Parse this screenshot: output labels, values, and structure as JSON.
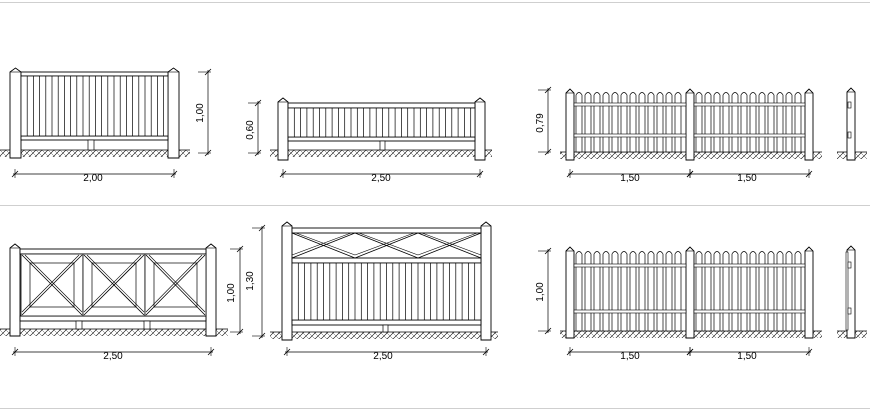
{
  "colors": {
    "ink": "#000000",
    "background": "#ffffff",
    "separator": "#cfcfcf"
  },
  "fences": [
    {
      "id": "f1",
      "style": "vertical-boards",
      "width_label": "2,00",
      "height_label": "1,00"
    },
    {
      "id": "f2",
      "style": "low-vertical-boards",
      "width_label": "2,50",
      "height_label": "0,60"
    },
    {
      "id": "f3",
      "style": "picket",
      "width_labels": [
        "1,50",
        "1,50"
      ],
      "height_label": "0,79"
    },
    {
      "id": "f4",
      "style": "x-brace-panels",
      "width_label": "2,50",
      "height_label": "1,00"
    },
    {
      "id": "f5",
      "style": "vertical-boards-x-top",
      "width_label": "2,50",
      "height_label": "1,30"
    },
    {
      "id": "f6",
      "style": "picket",
      "width_labels": [
        "1,50",
        "1,50"
      ],
      "height_label": "1,00"
    }
  ]
}
